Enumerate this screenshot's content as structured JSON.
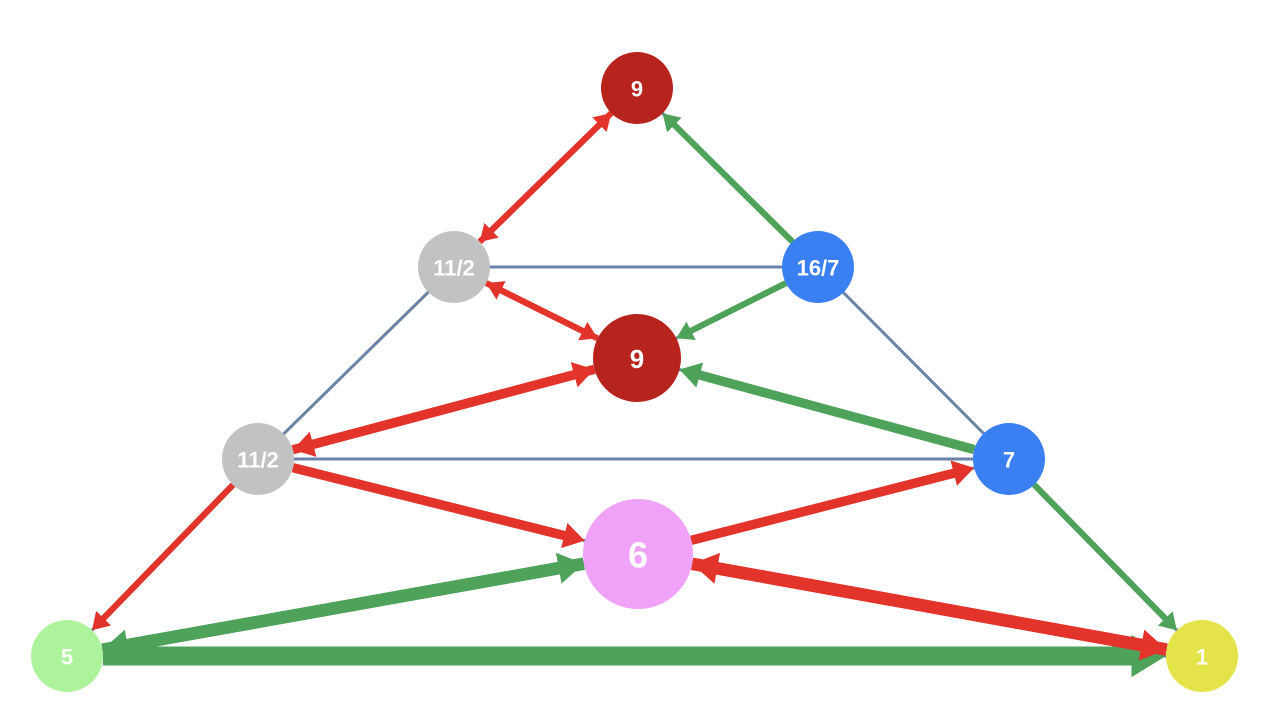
{
  "colors": {
    "edge": "#6a83a6",
    "green_arrow": "#4fa25a",
    "red_arrow": "#e3342b",
    "node_red": "#b7231d",
    "node_blue": "#3b80f3",
    "node_gray": "#c2c2c2",
    "node_light_green": "#adf39c",
    "node_pink": "#efa2f7",
    "node_yellow": "#e4e44a",
    "label": "#ffffff"
  },
  "nodes": [
    {
      "id": "top",
      "label": "9",
      "color": "node_red"
    },
    {
      "id": "upper-left",
      "label": "11/2",
      "color": "node_gray"
    },
    {
      "id": "upper-right",
      "label": "16/7",
      "color": "node_blue"
    },
    {
      "id": "center",
      "label": "9",
      "color": "node_red"
    },
    {
      "id": "mid-left",
      "label": "11/2",
      "color": "node_gray"
    },
    {
      "id": "mid-right",
      "label": "7",
      "color": "node_blue"
    },
    {
      "id": "lower-center",
      "label": "6",
      "color": "node_pink"
    },
    {
      "id": "bottom-left",
      "label": "5",
      "color": "node_light_green"
    },
    {
      "id": "bottom-right",
      "label": "1",
      "color": "node_yellow"
    }
  ],
  "edges": [
    [
      "top",
      "upper-right"
    ],
    [
      "top",
      "upper-left"
    ],
    [
      "upper-left",
      "upper-right"
    ],
    [
      "upper-left",
      "center"
    ],
    [
      "upper-right",
      "center"
    ],
    [
      "upper-left",
      "mid-left"
    ],
    [
      "upper-right",
      "mid-right"
    ],
    [
      "center",
      "mid-left"
    ],
    [
      "center",
      "mid-right"
    ],
    [
      "mid-left",
      "mid-right"
    ],
    [
      "mid-left",
      "lower-center"
    ],
    [
      "mid-right",
      "lower-center"
    ],
    [
      "mid-left",
      "bottom-left"
    ],
    [
      "mid-right",
      "bottom-right"
    ],
    [
      "lower-center",
      "bottom-left"
    ],
    [
      "lower-center",
      "bottom-right"
    ],
    [
      "bottom-left",
      "bottom-right"
    ]
  ],
  "arrows": [
    {
      "from": "upper-right",
      "to": "top",
      "color": "green_arrow",
      "weight": 1
    },
    {
      "from": "upper-right",
      "to": "center",
      "color": "green_arrow",
      "weight": 1
    },
    {
      "from": "mid-right",
      "to": "center",
      "color": "green_arrow",
      "weight": 2
    },
    {
      "from": "mid-right",
      "to": "bottom-right",
      "color": "green_arrow",
      "weight": 1
    },
    {
      "from": "mid-left",
      "to": "bottom-left",
      "color": "green_arrow",
      "weight": 1
    },
    {
      "from": "lower-center",
      "to": "bottom-left",
      "color": "green_arrow",
      "weight": 3
    },
    {
      "from": "bottom-left",
      "to": "lower-center",
      "color": "green_arrow",
      "weight": 3
    },
    {
      "from": "bottom-left",
      "to": "bottom-right",
      "color": "green_arrow",
      "weight": 5
    },
    {
      "from": "top",
      "to": "upper-left",
      "color": "red_arrow",
      "weight": 1
    },
    {
      "from": "upper-left",
      "to": "top",
      "color": "red_arrow",
      "weight": 1
    },
    {
      "from": "upper-left",
      "to": "center",
      "color": "red_arrow",
      "weight": 1
    },
    {
      "from": "center",
      "to": "upper-left",
      "color": "red_arrow",
      "weight": 1
    },
    {
      "from": "center",
      "to": "mid-left",
      "color": "red_arrow",
      "weight": 2
    },
    {
      "from": "mid-left",
      "to": "center",
      "color": "red_arrow",
      "weight": 2
    },
    {
      "from": "mid-left",
      "to": "lower-center",
      "color": "red_arrow",
      "weight": 2
    },
    {
      "from": "lower-center",
      "to": "mid-right",
      "color": "red_arrow",
      "weight": 2
    },
    {
      "from": "mid-left",
      "to": "bottom-left",
      "color": "red_arrow",
      "weight": 1
    },
    {
      "from": "bottom-right",
      "to": "lower-center",
      "color": "red_arrow",
      "weight": 3
    },
    {
      "from": "lower-center",
      "to": "bottom-right",
      "color": "red_arrow",
      "weight": 3
    }
  ]
}
